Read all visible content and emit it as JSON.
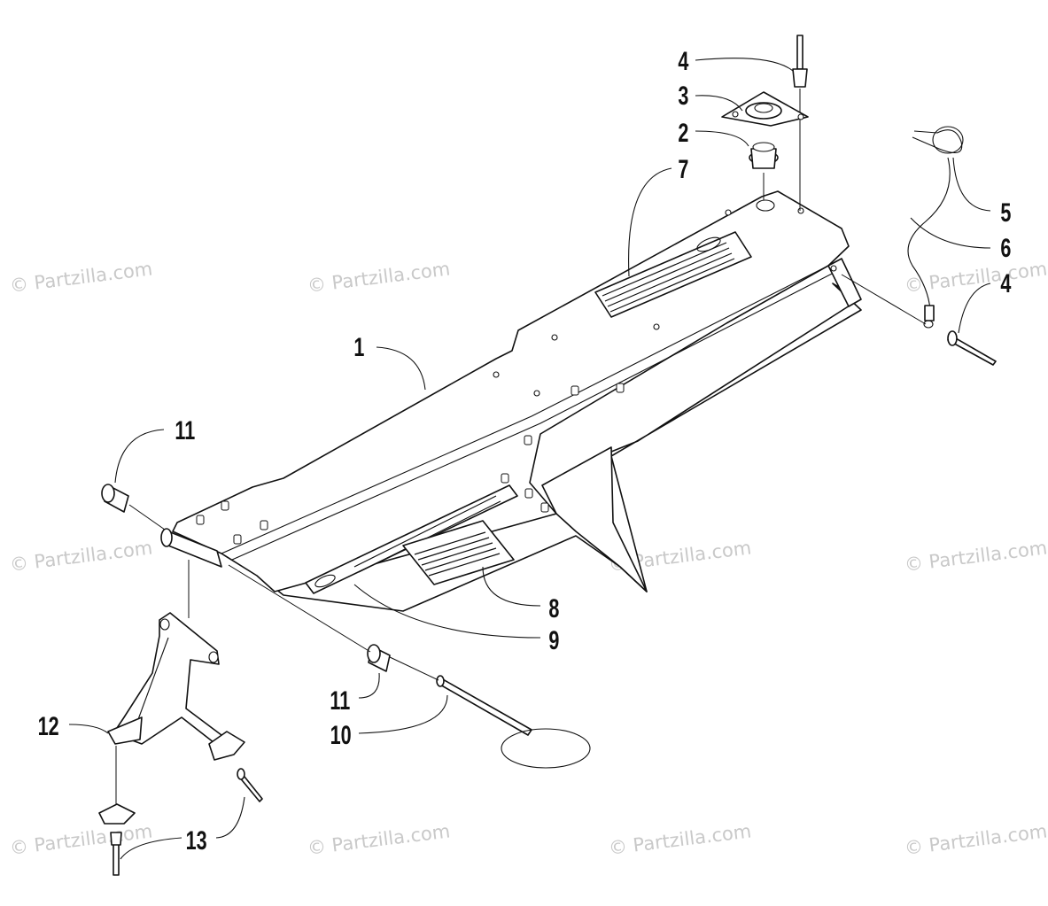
{
  "watermark": "© Partzilla.com",
  "callouts": {
    "c1": "1",
    "c2": "2",
    "c3": "3",
    "c4a": "4",
    "c4b": "4",
    "c5": "5",
    "c6": "6",
    "c7": "7",
    "c8": "8",
    "c9": "9",
    "c10": "10",
    "c11a": "11",
    "c11b": "11",
    "c12": "12",
    "c13": "13"
  }
}
